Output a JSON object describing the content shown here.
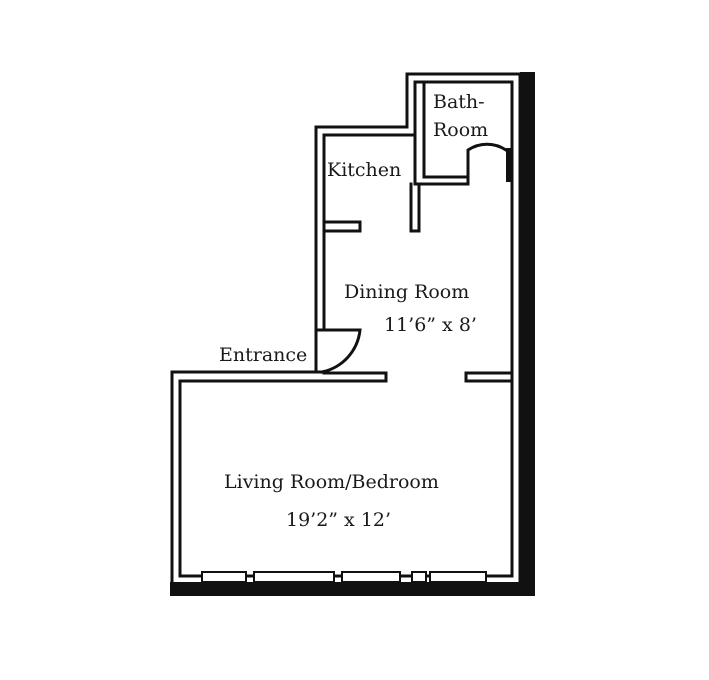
{
  "plan": {
    "rooms": {
      "bath_line1": "Bath-",
      "bath_line2": "Room",
      "kitchen": "Kitchen",
      "dining": "Dining Room",
      "dining_size": "11’6” x 8’",
      "entrance": "Entrance",
      "living": "Living Room/Bedroom",
      "living_size": "19’2” x 12’"
    }
  }
}
